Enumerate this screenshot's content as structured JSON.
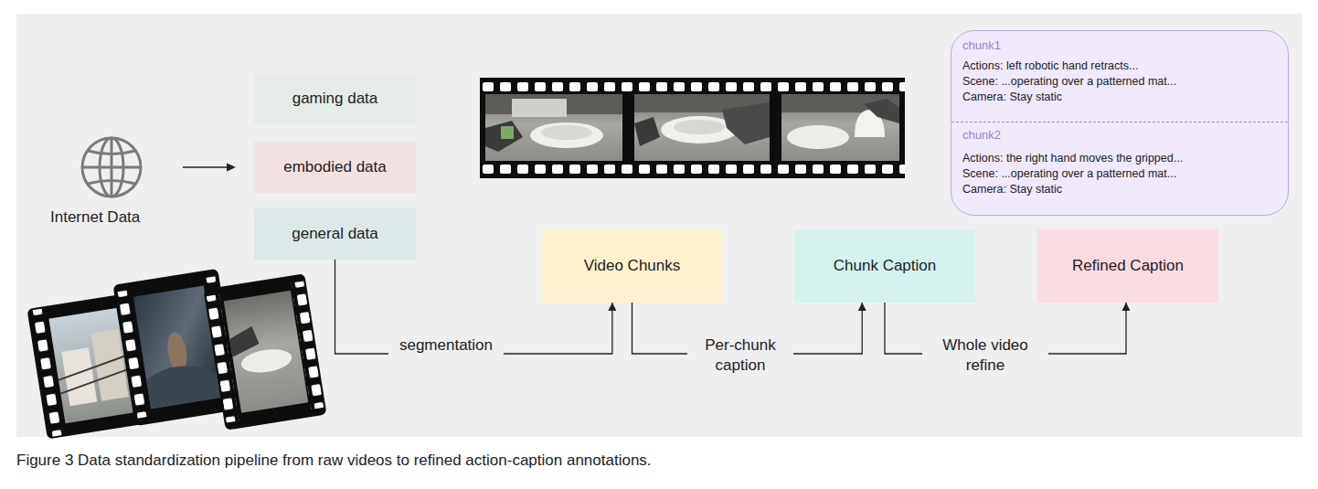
{
  "diagram": {
    "caption": "Figure 3 Data standardization pipeline from raw videos to refined action-caption annotations.",
    "nodes": [
      {
        "text": [
          "gaming data"
        ]
      },
      {
        "text": [
          "embodied data"
        ]
      },
      {
        "text": [
          "general data"
        ]
      },
      {
        "text": [
          "chunk1",
          "Actions: left robotic hand retracts...",
          "Scene: ...operating over a patterned mat...",
          "Camera: Stay static",
          "chunk2",
          "Actions: the right hand moves the gripped...",
          "Scene: ...operating over a patterned mat...",
          "Camera: Stay static"
        ]
      },
      {
        "text": [
          "Video Chunks"
        ]
      },
      {
        "text": [
          "Chunk Caption"
        ]
      },
      {
        "text": [
          "Refined Caption"
        ]
      }
    ],
    "edges": [
      {
        "from": 2,
        "to": 4,
        "label": "segmentation",
        "arrow": "to"
      },
      {
        "from": 4,
        "to": 5,
        "label": "Per-chunk caption",
        "arrow": "to"
      },
      {
        "from": 5,
        "to": 6,
        "label": "Whole video refine",
        "arrow": "to"
      }
    ],
    "labels": [
      "Internet Data"
    ]
  }
}
